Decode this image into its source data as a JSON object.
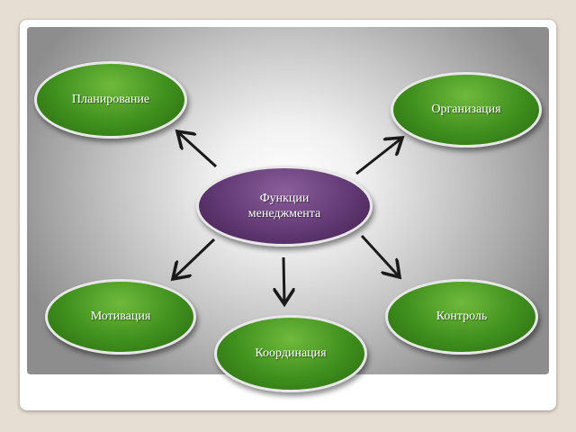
{
  "diagram": {
    "center": {
      "label": "Функции менеджмента"
    },
    "nodes": [
      {
        "id": "planning",
        "label": "Планирование"
      },
      {
        "id": "organization",
        "label": "Организация"
      },
      {
        "id": "motivation",
        "label": "Мотивация"
      },
      {
        "id": "coordination",
        "label": "Координация"
      },
      {
        "id": "control",
        "label": "Контроль"
      }
    ],
    "edges": [
      {
        "from": "center",
        "to": "planning"
      },
      {
        "from": "center",
        "to": "organization"
      },
      {
        "from": "center",
        "to": "motivation"
      },
      {
        "from": "center",
        "to": "coordination"
      },
      {
        "from": "center",
        "to": "control"
      }
    ],
    "colors": {
      "center_fill": "#5e3670",
      "node_fill": "#3f8f1e",
      "arrow": "#1a1a1a",
      "border": "#e8e8e8"
    }
  }
}
